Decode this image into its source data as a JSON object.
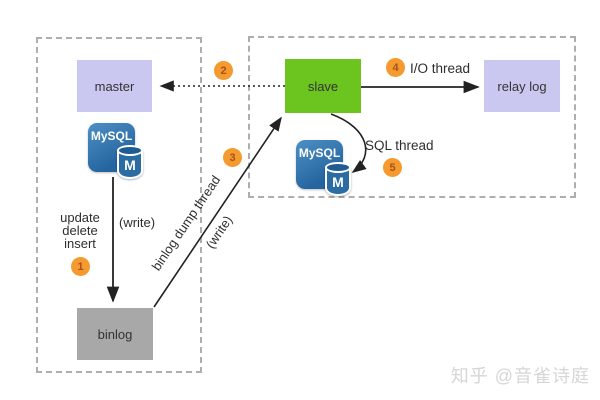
{
  "diagram": {
    "nodes": {
      "master": "master",
      "slave": "slave",
      "relay_log": "relay log",
      "binlog": "binlog"
    },
    "mysql": {
      "brand": "MySQL",
      "letter": "M"
    },
    "labels": {
      "operations": [
        "update",
        "delete",
        "insert"
      ],
      "write_master": "(write)",
      "binlog_dump_thread": "binlog dump thread",
      "write_slave": "(write)",
      "io_thread": "I/O thread",
      "sql_thread": "SQL thread"
    },
    "steps": [
      "1",
      "2",
      "3",
      "4",
      "5"
    ],
    "watermark": "知乎 @音雀诗庭",
    "colors": {
      "node_lavender": "#cac8f0",
      "node_green": "#6cc41e",
      "node_gray": "#a8a8a8",
      "mysql_blue": "#2b6da3",
      "step_fill": "#f49a2e",
      "step_text": "#a8511f",
      "arrow": "#222222",
      "dashed_border": "#aeaeae",
      "watermark_gray": "#d6d6d6"
    }
  }
}
